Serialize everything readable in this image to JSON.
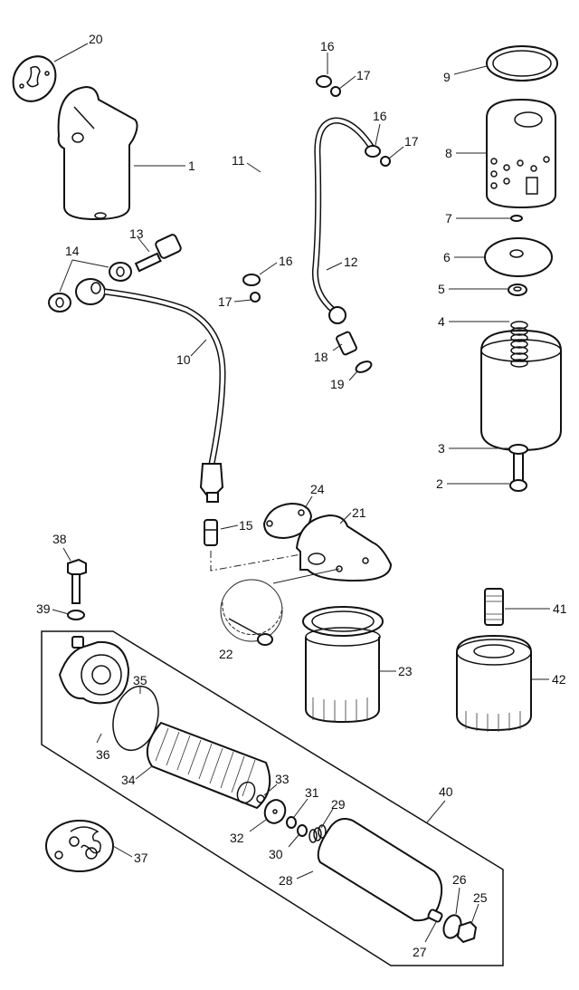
{
  "diagram": {
    "type": "exploded-parts-diagram",
    "callouts": [
      "1",
      "2",
      "3",
      "4",
      "5",
      "6",
      "7",
      "8",
      "9",
      "10",
      "11",
      "12",
      "13",
      "14",
      "15",
      "16",
      "16",
      "16",
      "17",
      "17",
      "17",
      "18",
      "19",
      "20",
      "21",
      "22",
      "23",
      "24",
      "25",
      "26",
      "27",
      "28",
      "29",
      "30",
      "31",
      "32",
      "33",
      "34",
      "35",
      "36",
      "37",
      "38",
      "39",
      "40",
      "41",
      "42"
    ],
    "labels": {
      "p1": "1",
      "p2": "2",
      "p3": "3",
      "p4": "4",
      "p5": "5",
      "p6": "6",
      "p7": "7",
      "p8": "8",
      "p9": "9",
      "p10": "10",
      "p11": "11",
      "p12": "12",
      "p13": "13",
      "p14": "14",
      "p15": "15",
      "p16a": "16",
      "p16b": "16",
      "p16c": "16",
      "p17a": "17",
      "p17b": "17",
      "p17c": "17",
      "p18": "18",
      "p19": "19",
      "p20": "20",
      "p21": "21",
      "p22": "22",
      "p23": "23",
      "p24": "24",
      "p25": "25",
      "p26": "26",
      "p27": "27",
      "p28": "28",
      "p29": "29",
      "p30": "30",
      "p31": "31",
      "p32": "32",
      "p33": "33",
      "p34": "34",
      "p35": "35",
      "p36": "36",
      "p37": "37",
      "p38": "38",
      "p39": "39",
      "p40": "40",
      "p41": "41",
      "p42": "42"
    }
  }
}
